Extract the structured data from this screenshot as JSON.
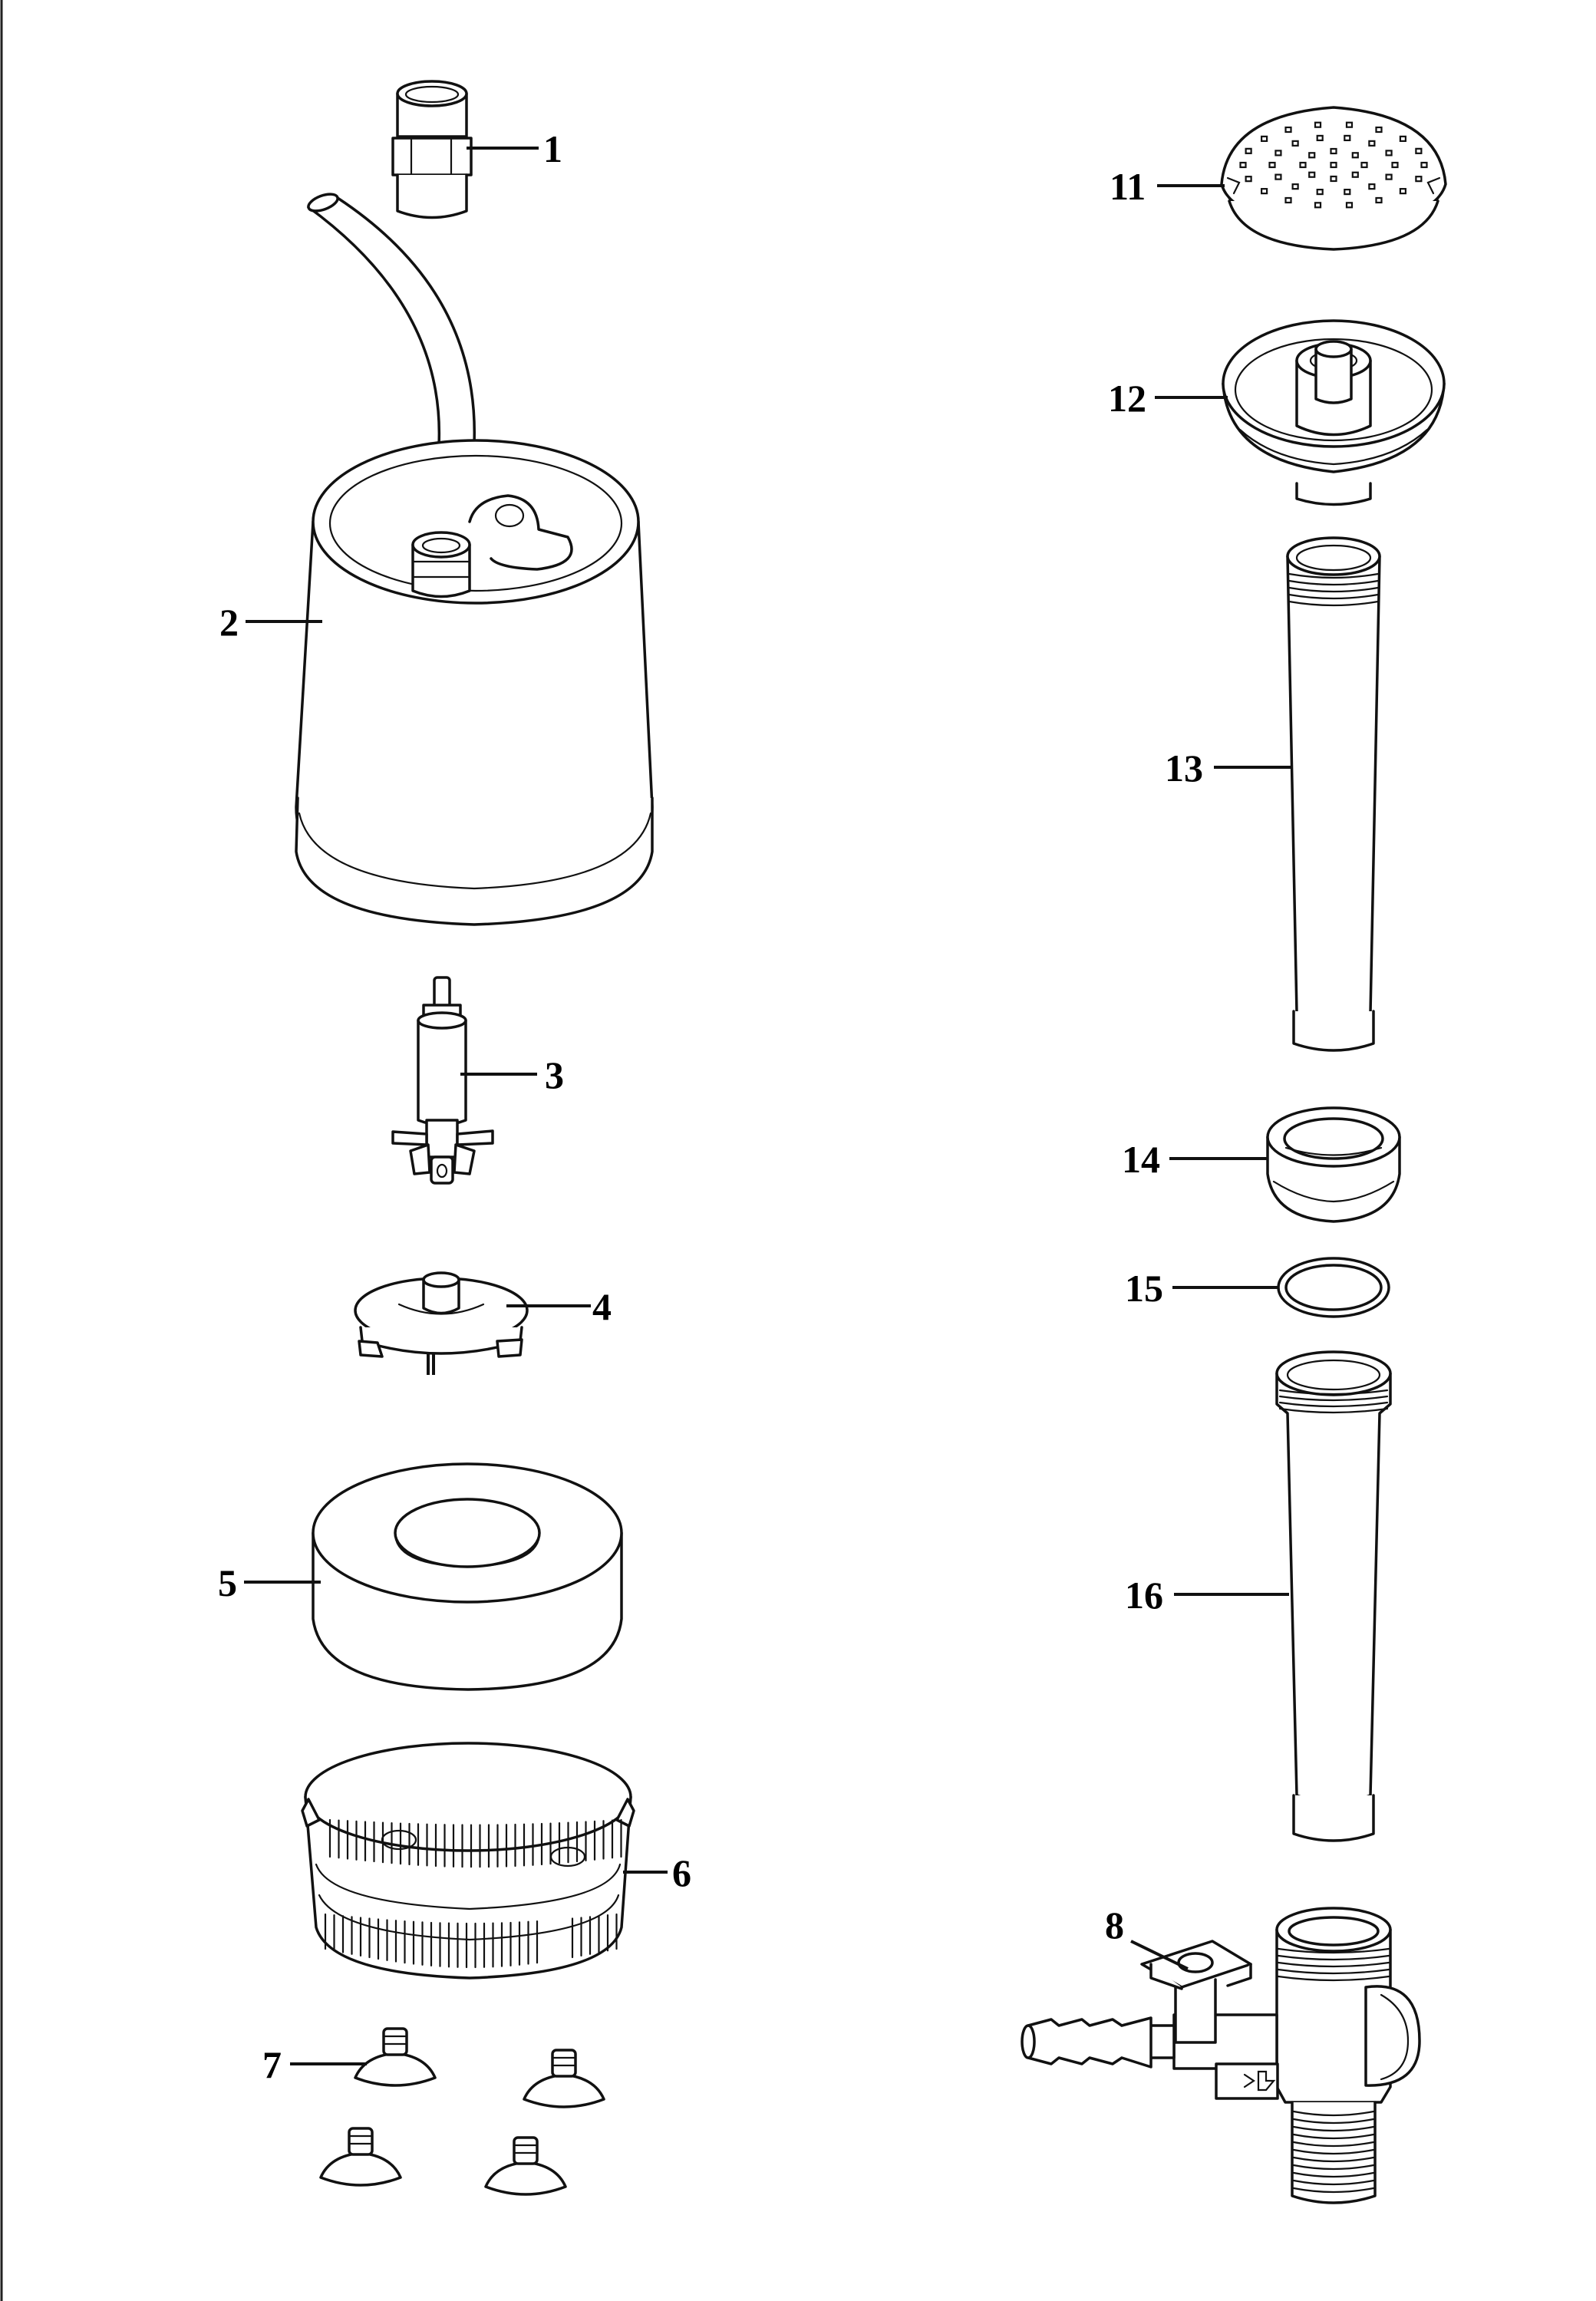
{
  "diagram": {
    "parts": [
      {
        "id": "1",
        "label": "1",
        "icon": "threaded-adapter-icon"
      },
      {
        "id": "2",
        "label": "2",
        "icon": "pump-housing-icon"
      },
      {
        "id": "3",
        "label": "3",
        "icon": "impeller-rotor-icon"
      },
      {
        "id": "4",
        "label": "4",
        "icon": "impeller-cover-icon"
      },
      {
        "id": "5",
        "label": "5",
        "icon": "foam-filter-ring-icon"
      },
      {
        "id": "6",
        "label": "6",
        "icon": "intake-strainer-cage-icon"
      },
      {
        "id": "7",
        "label": "7",
        "icon": "suction-cup-feet-icon"
      },
      {
        "id": "8",
        "label": "8",
        "icon": "flow-valve-tee-icon"
      },
      {
        "id": "11",
        "label": "11",
        "icon": "spray-nozzle-cap-icon"
      },
      {
        "id": "12",
        "label": "12",
        "icon": "nozzle-base-icon"
      },
      {
        "id": "13",
        "label": "13",
        "icon": "extension-tube-upper-icon"
      },
      {
        "id": "14",
        "label": "14",
        "icon": "coupling-nut-icon"
      },
      {
        "id": "15",
        "label": "15",
        "icon": "o-ring-seal-icon"
      },
      {
        "id": "16",
        "label": "16",
        "icon": "extension-tube-lower-icon"
      }
    ]
  }
}
